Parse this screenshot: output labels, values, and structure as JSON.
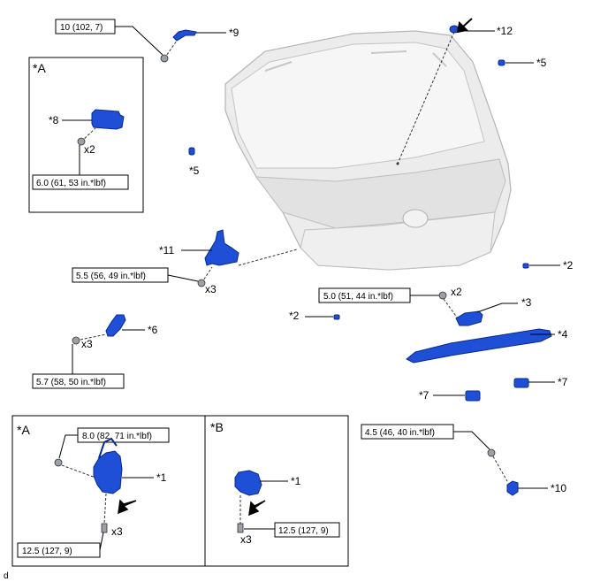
{
  "torques": {
    "t9": "10 (102, 7)",
    "t8": "6.0 (61, 53 in.*lbf)",
    "t11": "5.5 (56, 49 in.*lbf)",
    "t3": "5.0 (51, 44 in.*lbf)",
    "t6": "5.7 (58, 50 in.*lbf)",
    "t1a": "8.0 (82, 71 in.*lbf)",
    "t1a_bolt": "12.5 (127, 9)",
    "t1b_bolt": "12.5 (127, 9)",
    "t10": "4.5 (46, 40 in.*lbf)"
  },
  "callouts": {
    "c1a": "*1",
    "c1b": "*1",
    "c2a": "*2",
    "c2b": "*2",
    "c3": "*3",
    "c4": "*4",
    "c5a": "*5",
    "c5b": "*5",
    "c6": "*6",
    "c7a": "*7",
    "c7b": "*7",
    "c8": "*8",
    "c9": "*9",
    "c10": "*10",
    "c11": "*11",
    "c12": "*12"
  },
  "quantities": {
    "q8": "x2",
    "q11": "x3",
    "q3": "x2",
    "q6": "x3",
    "q1a": "x3",
    "q1b": "x3"
  },
  "views": {
    "a_top": "*A",
    "a_bottom": "*A",
    "b_bottom": "*B"
  },
  "corner_mark": "d",
  "colors": {
    "part": "#1f4fd6",
    "door": "#e8e8e8",
    "outline": "#000000"
  }
}
